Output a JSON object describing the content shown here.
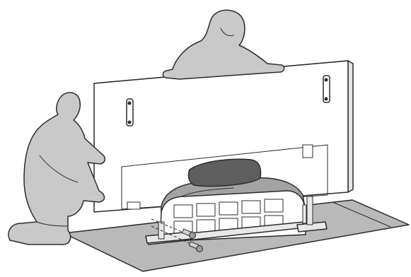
{
  "figure": {
    "colors": {
      "background": "#ffffff",
      "outline": "#2b2b2b",
      "person_fill": "#c9c9c9",
      "mat_fill": "#b9b9b9",
      "tv_fill": "#ffffff",
      "cloth_fill": "#a3a3a3",
      "pad_fill": "#5e5e5e",
      "stand_fill": "#e8e8e8"
    },
    "icons": [
      "person-kneeling",
      "person-standing",
      "television-back",
      "protective-mat",
      "packing-cushion",
      "tv-stand",
      "screw"
    ]
  }
}
